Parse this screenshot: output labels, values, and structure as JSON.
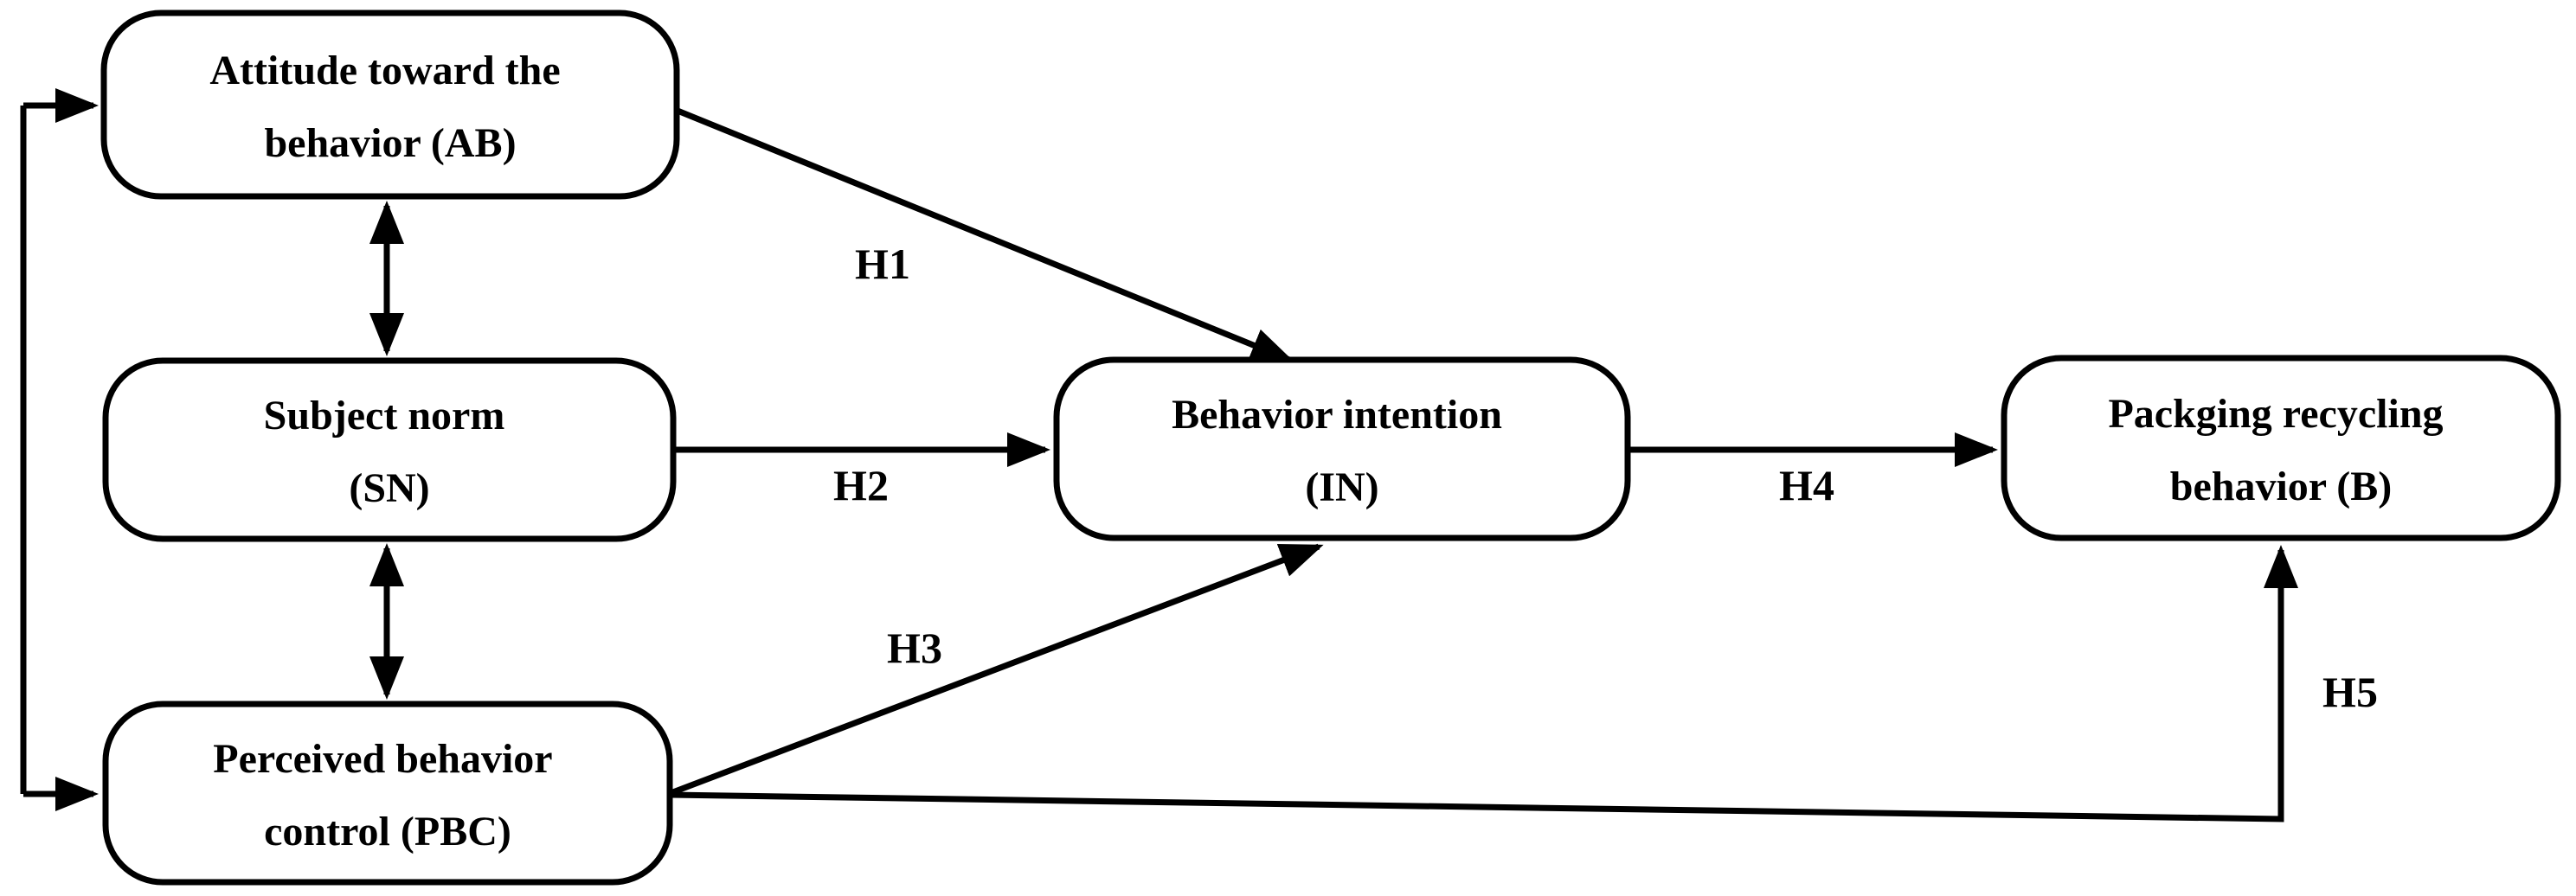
{
  "diagram": {
    "background_color": "#ffffff",
    "line_color": "#000000",
    "nodes": [
      {
        "id": "AB",
        "line1": "Attitude toward the",
        "line2": "behavior (AB)"
      },
      {
        "id": "SN",
        "line1": "Subject norm",
        "line2": "(SN)"
      },
      {
        "id": "PBC",
        "line1": "Perceived behavior",
        "line2": "control (PBC)"
      },
      {
        "id": "IN",
        "line1": "Behavior intention",
        "line2": "(IN)"
      },
      {
        "id": "B",
        "line1": "Packging recycling",
        "line2": "behavior (B)"
      }
    ],
    "edges": [
      {
        "label": "H1",
        "from": "AB",
        "to": "IN",
        "type": "directed"
      },
      {
        "label": "H2",
        "from": "SN",
        "to": "IN",
        "type": "directed"
      },
      {
        "label": "H3",
        "from": "PBC",
        "to": "IN",
        "type": "directed"
      },
      {
        "label": "H4",
        "from": "IN",
        "to": "B",
        "type": "directed"
      },
      {
        "label": "H5",
        "from": "PBC",
        "to": "B",
        "type": "directed"
      },
      {
        "label": "",
        "from": "AB",
        "to": "SN",
        "type": "bidirectional"
      },
      {
        "label": "",
        "from": "SN",
        "to": "PBC",
        "type": "bidirectional"
      },
      {
        "label": "",
        "from": "AB",
        "to": "PBC",
        "type": "bidirectional-bracket"
      }
    ]
  }
}
